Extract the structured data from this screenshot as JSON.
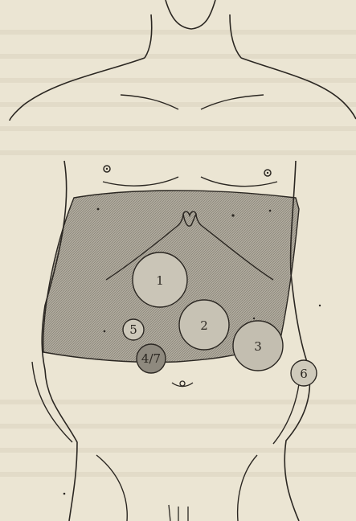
{
  "figure": {
    "colors": {
      "paper": "#ebe5d3",
      "ink": "#2b2722",
      "shaded_region": "#a9a497",
      "circle_fill_light": "#c9c4b6",
      "circle_fill_dark": "#8f8a7f"
    },
    "markers": [
      {
        "label": "1"
      },
      {
        "label": "2"
      },
      {
        "label": "3"
      },
      {
        "label": "5"
      },
      {
        "label": "6"
      },
      {
        "label": "4/7"
      }
    ]
  }
}
